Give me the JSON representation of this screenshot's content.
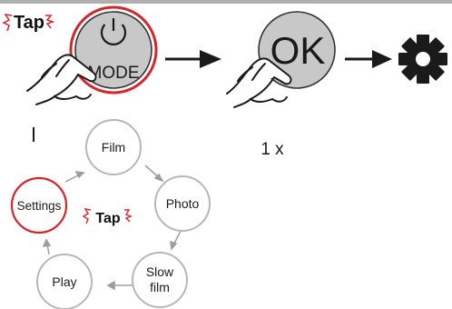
{
  "top_row": {
    "mode_button_label": "MODE",
    "ok_button_label": "OK",
    "press_count": "1 x",
    "tap_badge": "Tap",
    "settings_icon": "gear-icon",
    "hand_icon": "pointing-hand-icon",
    "power_icon": "power-icon",
    "arrow_icon": "right-arrow-icon"
  },
  "mode_cycle": {
    "tap_badge": "Tap",
    "nodes": [
      {
        "label": "Film"
      },
      {
        "label": "Photo"
      },
      {
        "label": "Slow",
        "label2": "film"
      },
      {
        "label": "Play"
      },
      {
        "label": "Settings",
        "highlighted": true
      }
    ]
  },
  "colors": {
    "highlight": "#d7262b",
    "button_fill": "#c8c8c8",
    "cycle_outline": "#b7b7b7",
    "cycle_arrow": "#9d9d9d",
    "top_bar": "#b0b0b0"
  }
}
